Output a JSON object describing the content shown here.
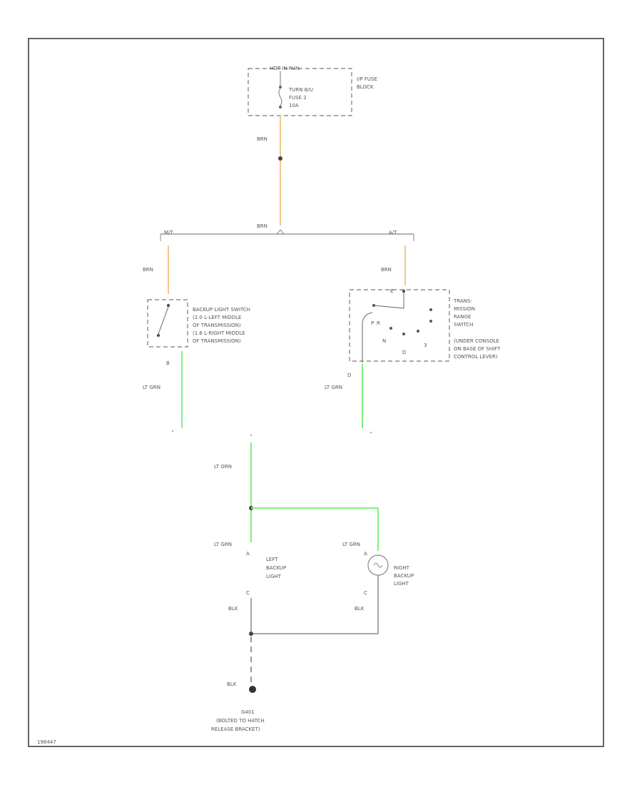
{
  "fuse_block": {
    "header": "HOT IN RUN",
    "fuse_label": [
      "TURN B/U",
      "FUSE 2",
      "10A"
    ],
    "block_label": [
      "I/P FUSE",
      "BLOCK"
    ]
  },
  "wires": {
    "brn_top": "BRN",
    "brn_splice": "BRN",
    "brn_left": "BRN",
    "brn_right": "BRN",
    "mt_tag": "M/T",
    "at_tag": "A/T",
    "ltgrn_left": "LT GRN",
    "ltgrn_right": "LT GRN",
    "ltgrn_mid": "LT GRN",
    "ltgrn_lower_left": "LT GRN",
    "ltgrn_lower_right": "LT GRN",
    "blk_left": "BLK",
    "blk_right": "BLK",
    "blk_ground": "BLK"
  },
  "backup_switch": {
    "label": [
      "BACKUP LIGHT SWITCH",
      "(2.0 L-LEFT MIDDLE",
      "OF TRANSMISSION)",
      "(1.6 L-RIGHT MIDDLE",
      "OF TRANSMISSION)"
    ],
    "pin": "B"
  },
  "range_switch": {
    "label": [
      "TRANS-",
      "MISSION",
      "RANGE",
      "SWITCH",
      "(UNDER CONSOLE",
      "ON BASE OF SHIFT",
      "CONTROL LEVER)"
    ],
    "pin_top": "E",
    "pin_bottom": "D",
    "positions": [
      "P",
      "R",
      "N",
      "D",
      "3"
    ]
  },
  "left_light": {
    "label": [
      "LEFT",
      "BACKUP",
      "LIGHT"
    ],
    "pin_a": "A",
    "pin_c": "C"
  },
  "right_light": {
    "label": [
      "RIGHT",
      "BACKUP",
      "LIGHT"
    ],
    "pin_a": "A",
    "pin_c": "C"
  },
  "ground": {
    "label": [
      "G401",
      "(BOLTED TO HATCH",
      "RELEASE BRACKET)"
    ]
  },
  "page_id": "198447",
  "colors": {
    "brn": "#f0c88c",
    "lt_grn": "#7ef07e",
    "blk": "#888888",
    "border": "#666666"
  }
}
